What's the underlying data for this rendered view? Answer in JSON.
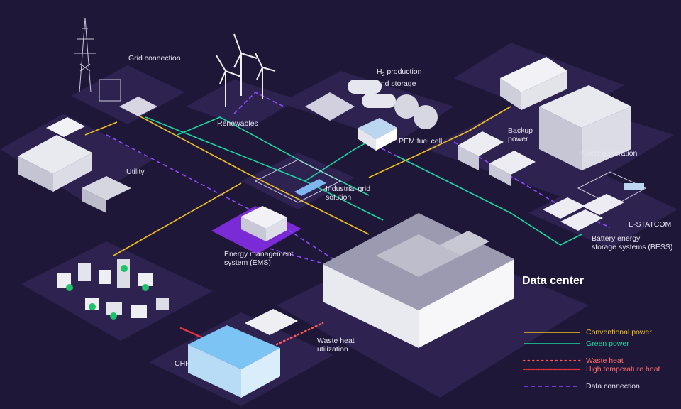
{
  "colors": {
    "background": "#1f1738",
    "zone": "#3a2a62",
    "zone_highlight": "#7a2bd6",
    "conventional_power": "#f2c01c",
    "green_power": "#19d9a4",
    "waste_heat": "#ff5a5a",
    "high_temperature_heat": "#e8323c",
    "data_connection": "#8a4dff",
    "label_text": "#e9e6f2",
    "legend_text_heat": "#ff6b6b"
  },
  "labels": {
    "grid_connection": "Grid connection",
    "renewables": "Renewables",
    "h2_production_prefix": "H",
    "h2_production_sub": "2",
    "h2_production_rest": " production",
    "h2_production_line2": "and storage",
    "pem_fuel_cell": "PEM fuel cell",
    "backup_power_line1": "Backup",
    "backup_power_line2": "power",
    "power_generation": "Power generation",
    "utility": "Utility",
    "industrial_grid_line1": "Industrial grid",
    "industrial_grid_line2": "solution",
    "estatcom": "E-STATCOM",
    "bess_line1": "Battery energy",
    "bess_line2": "storage systems (BESS)",
    "ems_line1": "Energy management",
    "ems_line2": "system (EMS)",
    "data_center": "Data center",
    "waste_heat_line1": "Waste heat",
    "waste_heat_line2": "utilization",
    "chp": "CHP"
  },
  "legend": [
    {
      "label": "Conventional power",
      "style": "solid",
      "color_key": "conventional_power"
    },
    {
      "label": "Green power",
      "style": "solid",
      "color_key": "green_power"
    },
    {
      "label": "Waste heat",
      "style": "dotted",
      "color_key": "waste_heat"
    },
    {
      "label": "High temperature heat",
      "style": "dense-dotted",
      "color_key": "high_temperature_heat"
    },
    {
      "label": "Data connection",
      "style": "dashed",
      "color_key": "data_connection"
    }
  ]
}
